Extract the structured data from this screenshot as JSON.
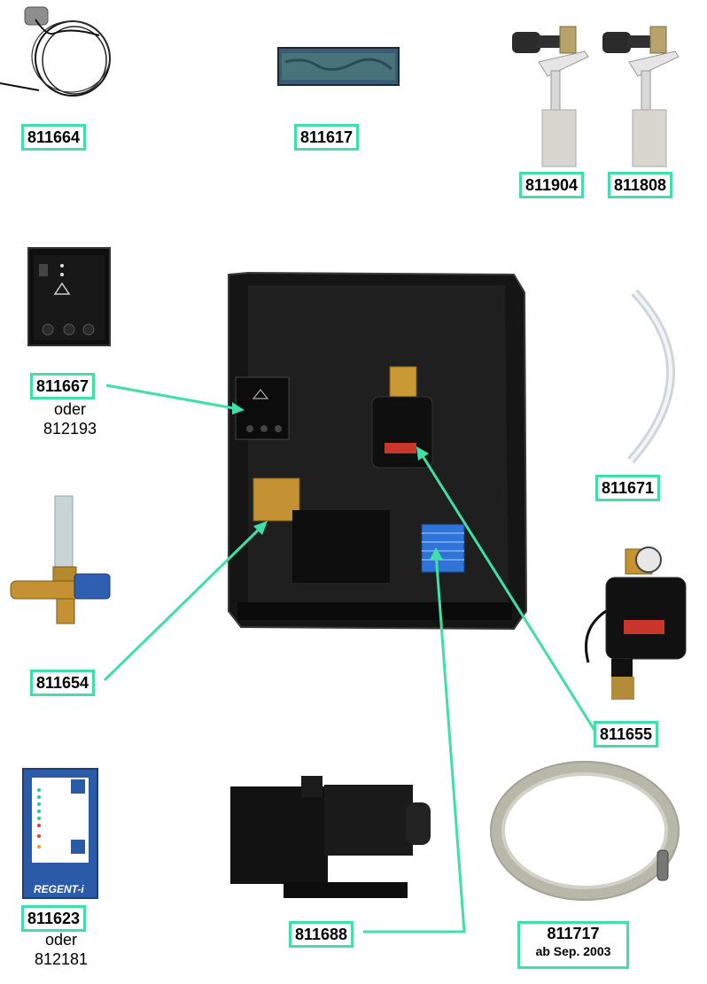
{
  "labels": {
    "p811664": "811664",
    "p811617": "811617",
    "p811904": "811904",
    "p811808": "811808",
    "p811667": "811667",
    "p811667_alt": "oder\n812193",
    "p811671": "811671",
    "p811654": "811654",
    "p811655": "811655",
    "p811623": "811623",
    "p811623_alt": "oder\n812181",
    "p811688": "811688",
    "p811717": "811717",
    "p811717_note": "ab Sep. 2003"
  },
  "panel_text": {
    "brand": "REGENT-i"
  },
  "colors": {
    "callout": "#3fe0a6",
    "unit": "#151515",
    "panel": "#2a5aa8",
    "pump_blue": "#2f74d8",
    "brass": "#c99a33"
  }
}
